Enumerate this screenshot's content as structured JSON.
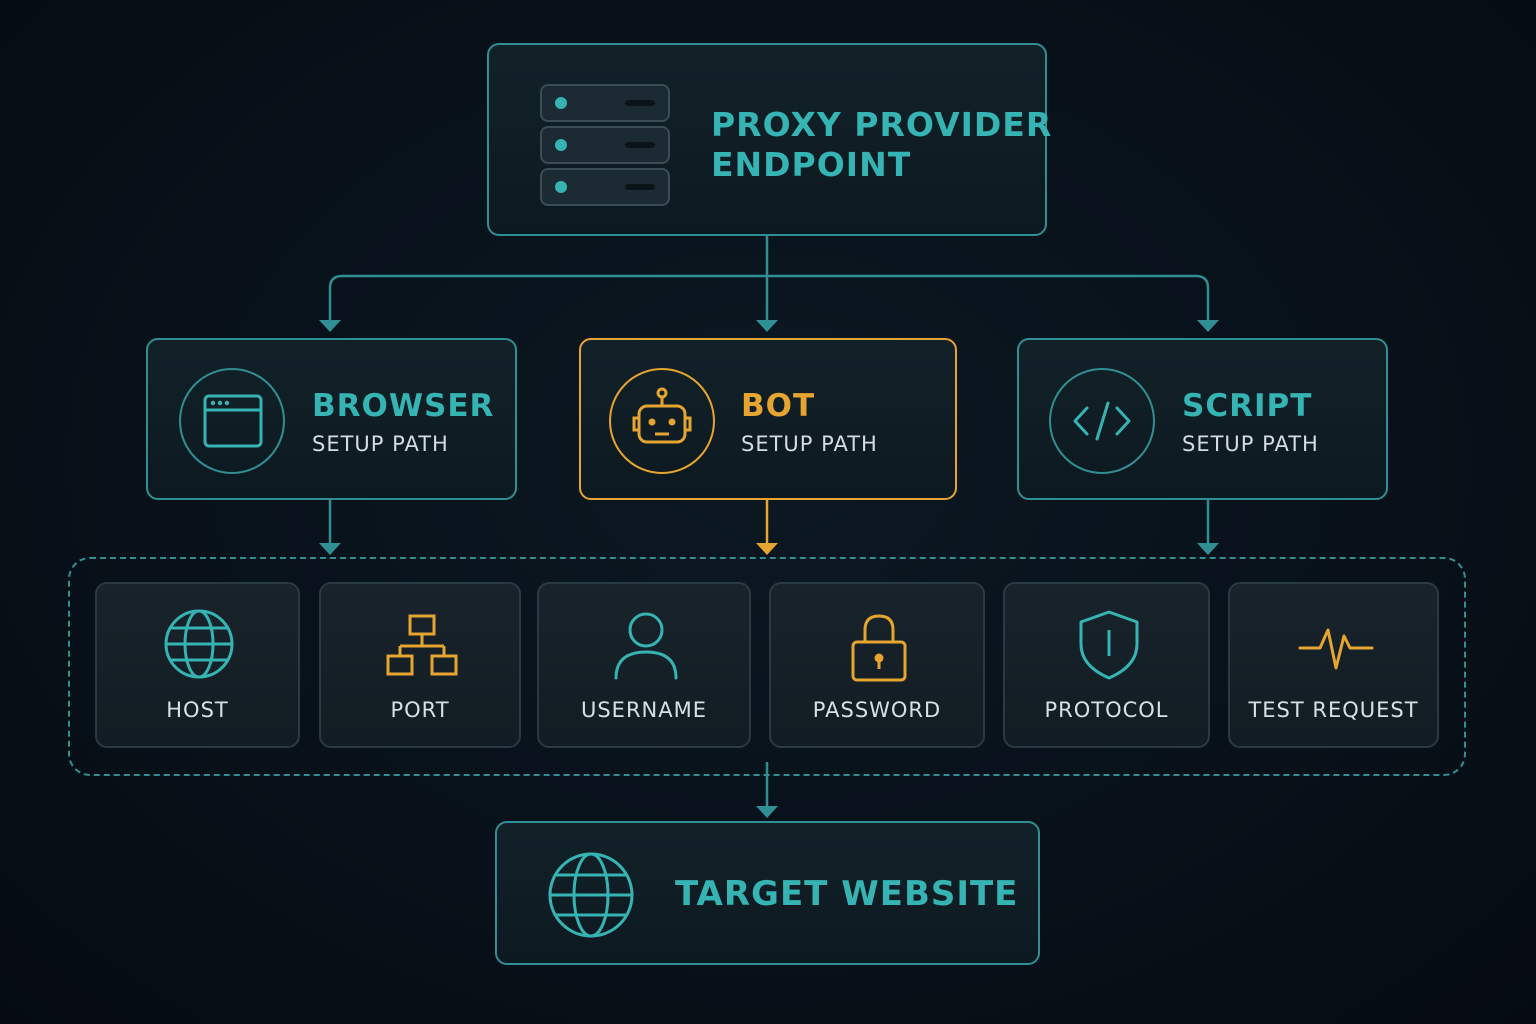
{
  "colors": {
    "teal": "#36b3b3",
    "amber": "#e6a430",
    "background": "#08111a"
  },
  "provider": {
    "title_line1": "PROXY PROVIDER",
    "title_line2": "ENDPOINT",
    "icon": "server-rack-icon"
  },
  "paths": [
    {
      "title": "BROWSER",
      "subtitle": "SETUP PATH",
      "icon": "browser-window-icon"
    },
    {
      "title": "BOT",
      "subtitle": "SETUP PATH",
      "icon": "robot-icon"
    },
    {
      "title": "SCRIPT",
      "subtitle": "SETUP PATH",
      "icon": "code-icon"
    }
  ],
  "settings": [
    {
      "label": "HOST",
      "icon": "globe-icon"
    },
    {
      "label": "PORT",
      "icon": "network-icon"
    },
    {
      "label": "USERNAME",
      "icon": "user-icon"
    },
    {
      "label": "PASSWORD",
      "icon": "lock-icon"
    },
    {
      "label": "PROTOCOL",
      "icon": "shield-icon"
    },
    {
      "label": "TEST REQUEST",
      "icon": "pulse-icon"
    }
  ],
  "target": {
    "title": "TARGET WEBSITE",
    "icon": "globe-icon"
  }
}
